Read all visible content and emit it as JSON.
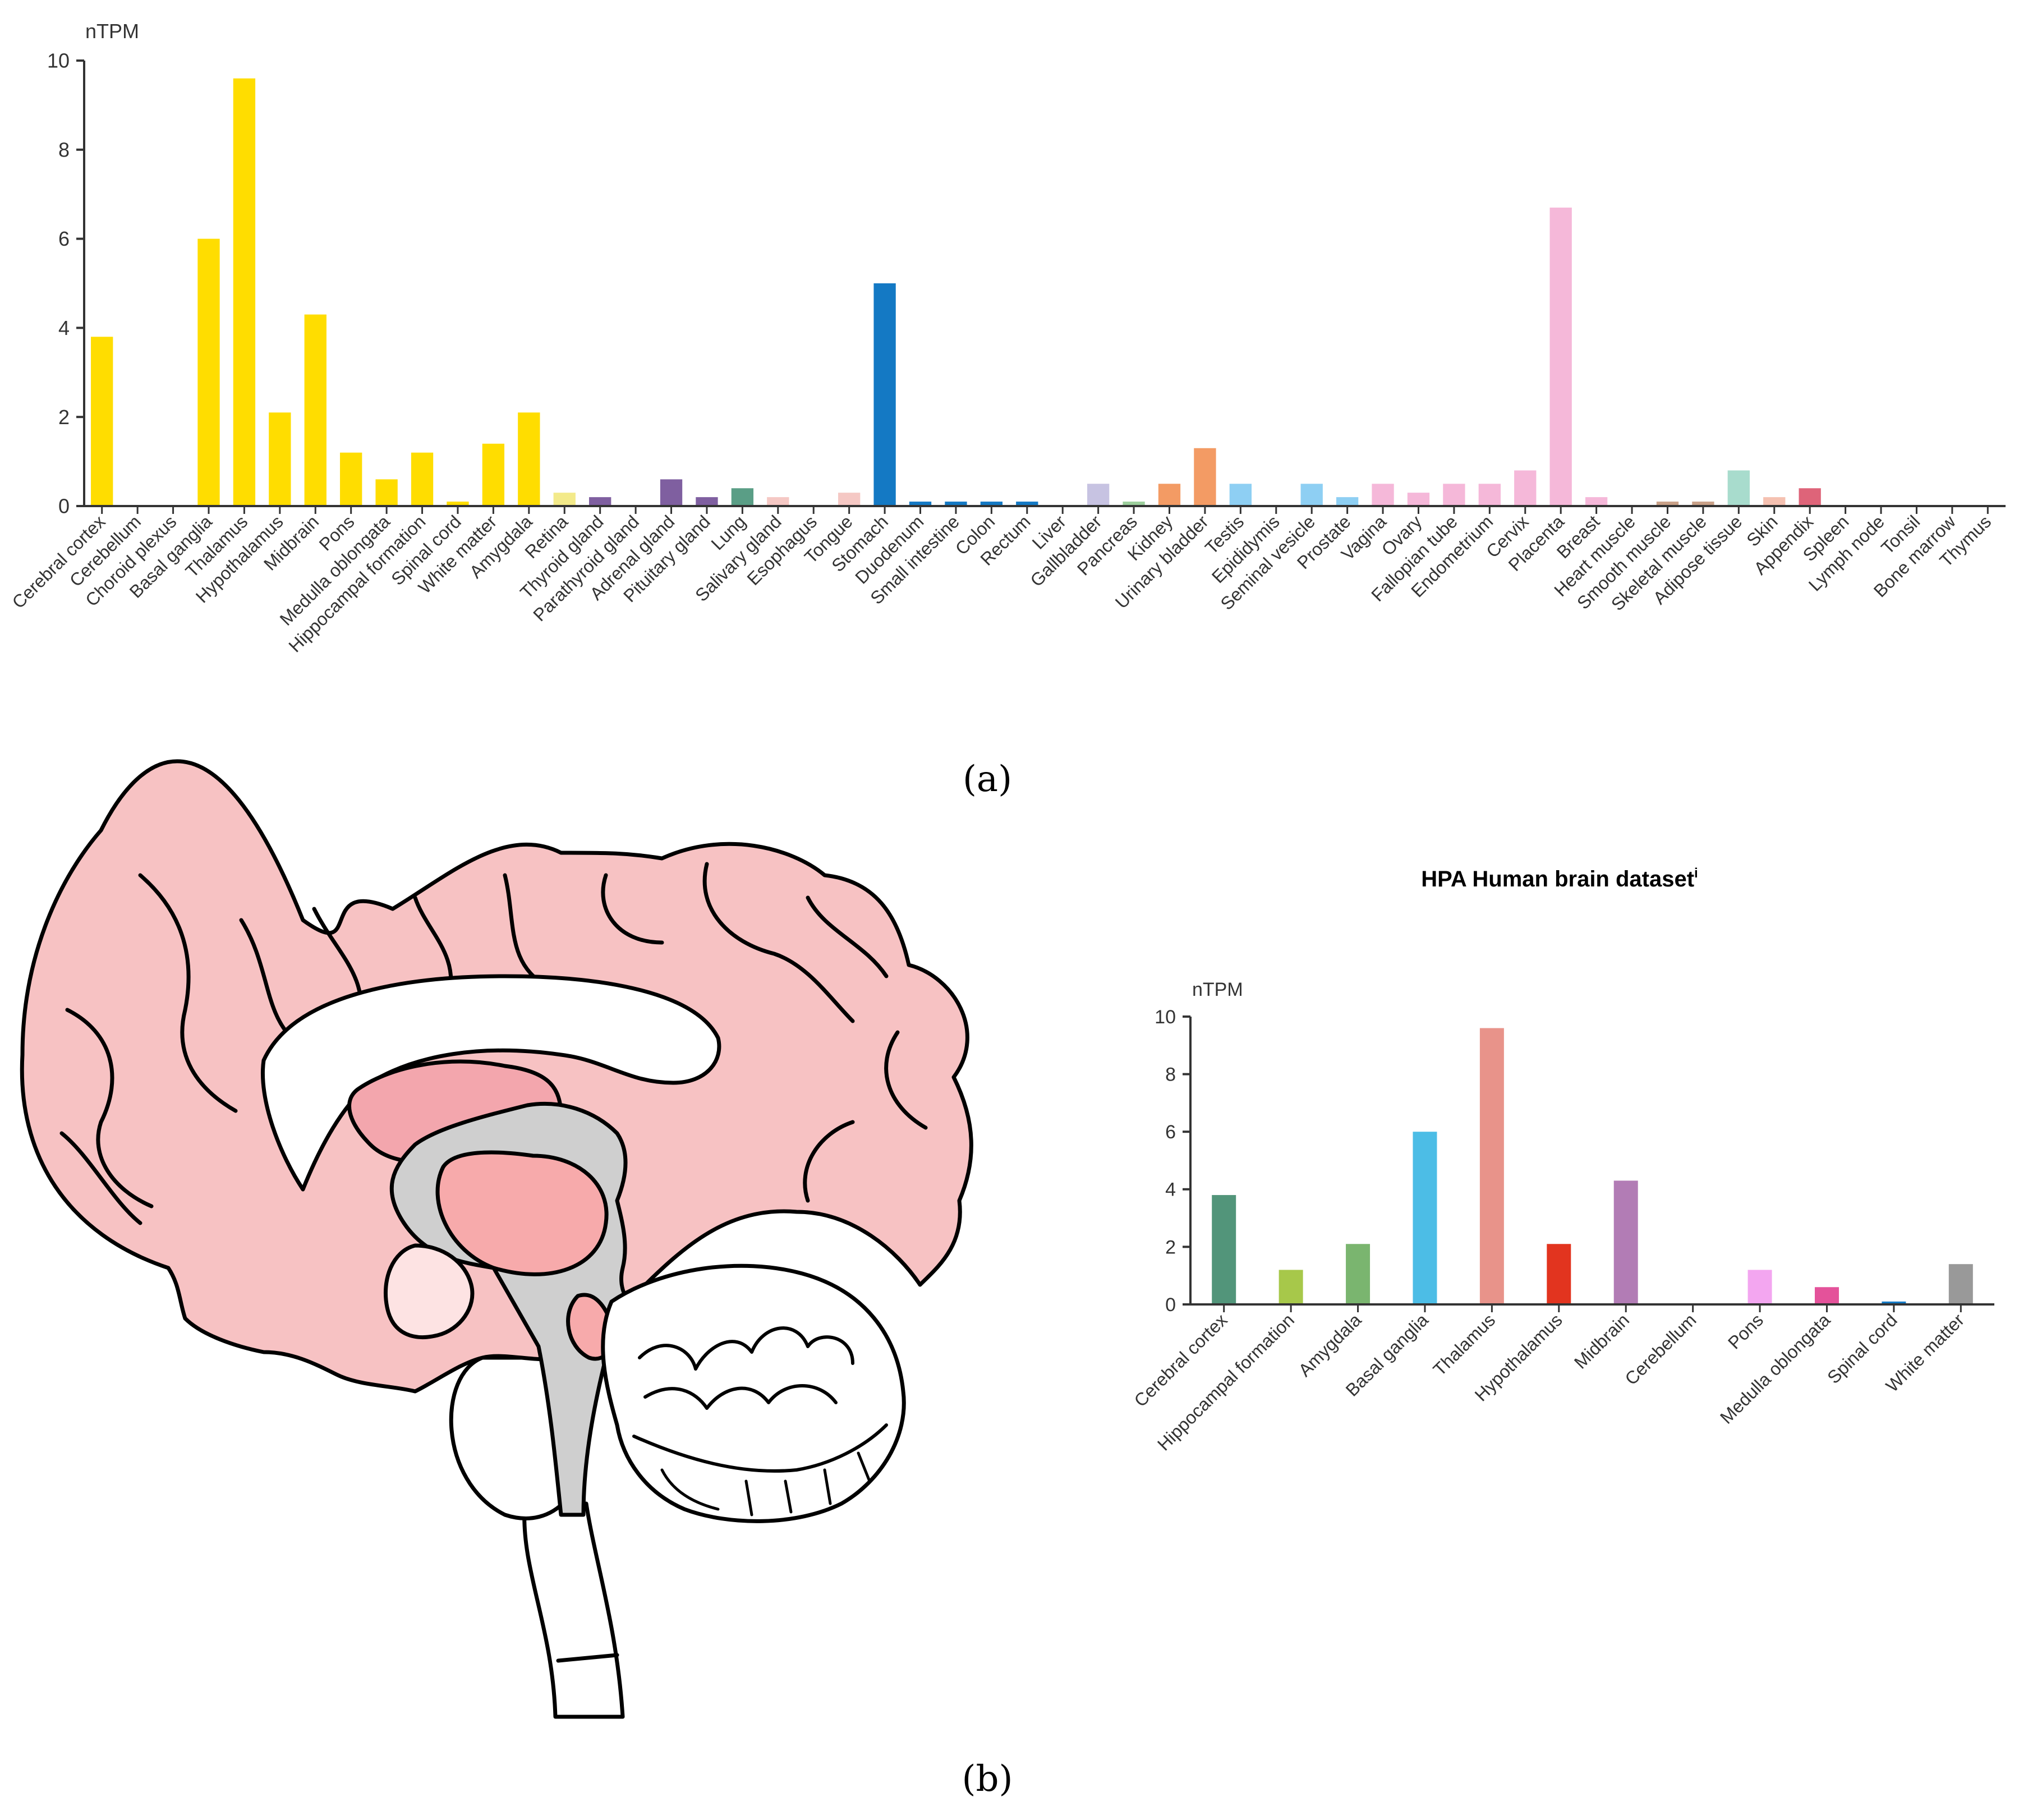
{
  "chart_data": [
    {
      "type": "bar",
      "panel": "a",
      "title": "",
      "ylabel": "nTPM",
      "xlabel": "",
      "ylim": [
        0,
        10
      ],
      "yticks": [
        0,
        2,
        4,
        6,
        8,
        10
      ],
      "grid": false,
      "legend": "none",
      "categories": [
        "Cerebral cortex",
        "Cerebellum",
        "Choroid plexus",
        "Basal ganglia",
        "Thalamus",
        "Hypothalamus",
        "Midbrain",
        "Pons",
        "Medulla oblongata",
        "Hippocampal formation",
        "Spinal cord",
        "White matter",
        "Amygdala",
        "Retina",
        "Thyroid gland",
        "Parathyroid gland",
        "Adrenal gland",
        "Pituitary gland",
        "Lung",
        "Salivary gland",
        "Esophagus",
        "Tongue",
        "Stomach",
        "Duodenum",
        "Small intestine",
        "Colon",
        "Rectum",
        "Liver",
        "Gallbladder",
        "Pancreas",
        "Kidney",
        "Urinary bladder",
        "Testis",
        "Epididymis",
        "Seminal vesicle",
        "Prostate",
        "Vagina",
        "Ovary",
        "Fallopian tube",
        "Endometrium",
        "Cervix",
        "Placenta",
        "Breast",
        "Heart muscle",
        "Smooth muscle",
        "Skeletal muscle",
        "Adipose tissue",
        "Skin",
        "Appendix",
        "Spleen",
        "Lymph node",
        "Tonsil",
        "Bone marrow",
        "Thymus"
      ],
      "values": [
        3.8,
        0,
        0,
        6.0,
        9.6,
        2.1,
        4.3,
        1.2,
        0.6,
        1.2,
        0.1,
        1.4,
        2.1,
        0.3,
        0.2,
        0,
        0.6,
        0.2,
        0.4,
        0.2,
        0,
        0.3,
        5.0,
        0.1,
        0.1,
        0.1,
        0.1,
        0,
        0.5,
        0.1,
        0.5,
        1.3,
        0.5,
        0,
        0.5,
        0.2,
        0.5,
        0.3,
        0.5,
        0.5,
        0.8,
        6.7,
        0.2,
        0,
        0.1,
        0.1,
        0.8,
        0.2,
        0.4,
        0,
        0,
        0,
        0,
        0
      ],
      "colors": [
        "#ffdd00",
        "#ffdd00",
        "#ffdd00",
        "#ffdd00",
        "#ffdd00",
        "#ffdd00",
        "#ffdd00",
        "#ffdd00",
        "#ffdd00",
        "#ffdd00",
        "#ffdd00",
        "#ffdd00",
        "#ffdd00",
        "#f3ea8a",
        "#7f5fa0",
        "#7f5fa0",
        "#7f5fa0",
        "#7f5fa0",
        "#5a9e86",
        "#f5c8c4",
        "#f5c8c4",
        "#f5c8c4",
        "#1479c4",
        "#1479c4",
        "#1479c4",
        "#1479c4",
        "#1479c4",
        "#c7c3e2",
        "#c7c3e2",
        "#9ccf9c",
        "#f39b64",
        "#f39b64",
        "#8ecff3",
        "#8ecff3",
        "#8ecff3",
        "#8ecff3",
        "#f5b8d9",
        "#f5b8d9",
        "#f5b8d9",
        "#f5b8d9",
        "#f5b8d9",
        "#f5b8d9",
        "#f5b8d9",
        "#c9a188",
        "#c9a188",
        "#c9a188",
        "#a8dccd",
        "#f5c1b1",
        "#de6479",
        "#de6479",
        "#de6479",
        "#de6479",
        "#de6479",
        "#de6479"
      ],
      "caption": "(a)"
    },
    {
      "type": "bar",
      "panel": "b",
      "title": "HPA Human brain dataset",
      "title_superscript": "i",
      "ylabel": "nTPM",
      "xlabel": "",
      "ylim": [
        0,
        10
      ],
      "yticks": [
        0,
        2,
        4,
        6,
        8,
        10
      ],
      "grid": false,
      "legend": "none",
      "categories": [
        "Cerebral cortex",
        "Hippocampal formation",
        "Amygdala",
        "Basal ganglia",
        "Thalamus",
        "Hypothalamus",
        "Midbrain",
        "Cerebellum",
        "Pons",
        "Medulla oblongata",
        "Spinal cord",
        "White matter"
      ],
      "values": [
        3.8,
        1.2,
        2.1,
        6.0,
        9.6,
        2.1,
        4.3,
        0,
        1.2,
        0.6,
        0.1,
        1.4
      ],
      "colors": [
        "#52957a",
        "#a7c84a",
        "#7ab56f",
        "#4cbde6",
        "#e8938a",
        "#e2341f",
        "#b27cb5",
        "#666666",
        "#f3a6f0",
        "#e4529a",
        "#1479c4",
        "#999999"
      ],
      "caption": "(b)"
    }
  ]
}
